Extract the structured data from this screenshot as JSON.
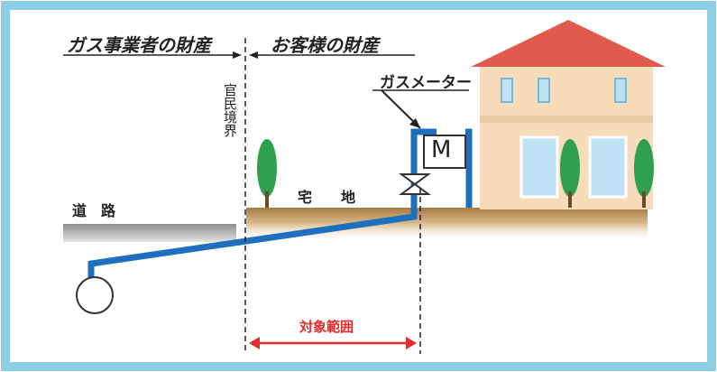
{
  "labels": {
    "gas_company_property": "ガス事業者の財産",
    "customer_property": "お客様の財産",
    "boundary": "官民境界",
    "gas_meter": "ガスメーター",
    "meter_symbol": "M",
    "road": "道　路",
    "residential_land": "宅　　地",
    "target_range": "対象範囲"
  },
  "colors": {
    "frame": "#8ecfe8",
    "pipe": "#1f6fbf",
    "soil": "#a67a3f",
    "road": "#9a9a9a",
    "roof": "#e05a4e",
    "wall": "#f6dcb8",
    "window": "#bfe3f4",
    "tree": "#2e9e4f",
    "arrow": "#e52b2b"
  },
  "icons": [
    "house-icon",
    "tree-icon",
    "gas-meter-icon",
    "valve-icon"
  ]
}
